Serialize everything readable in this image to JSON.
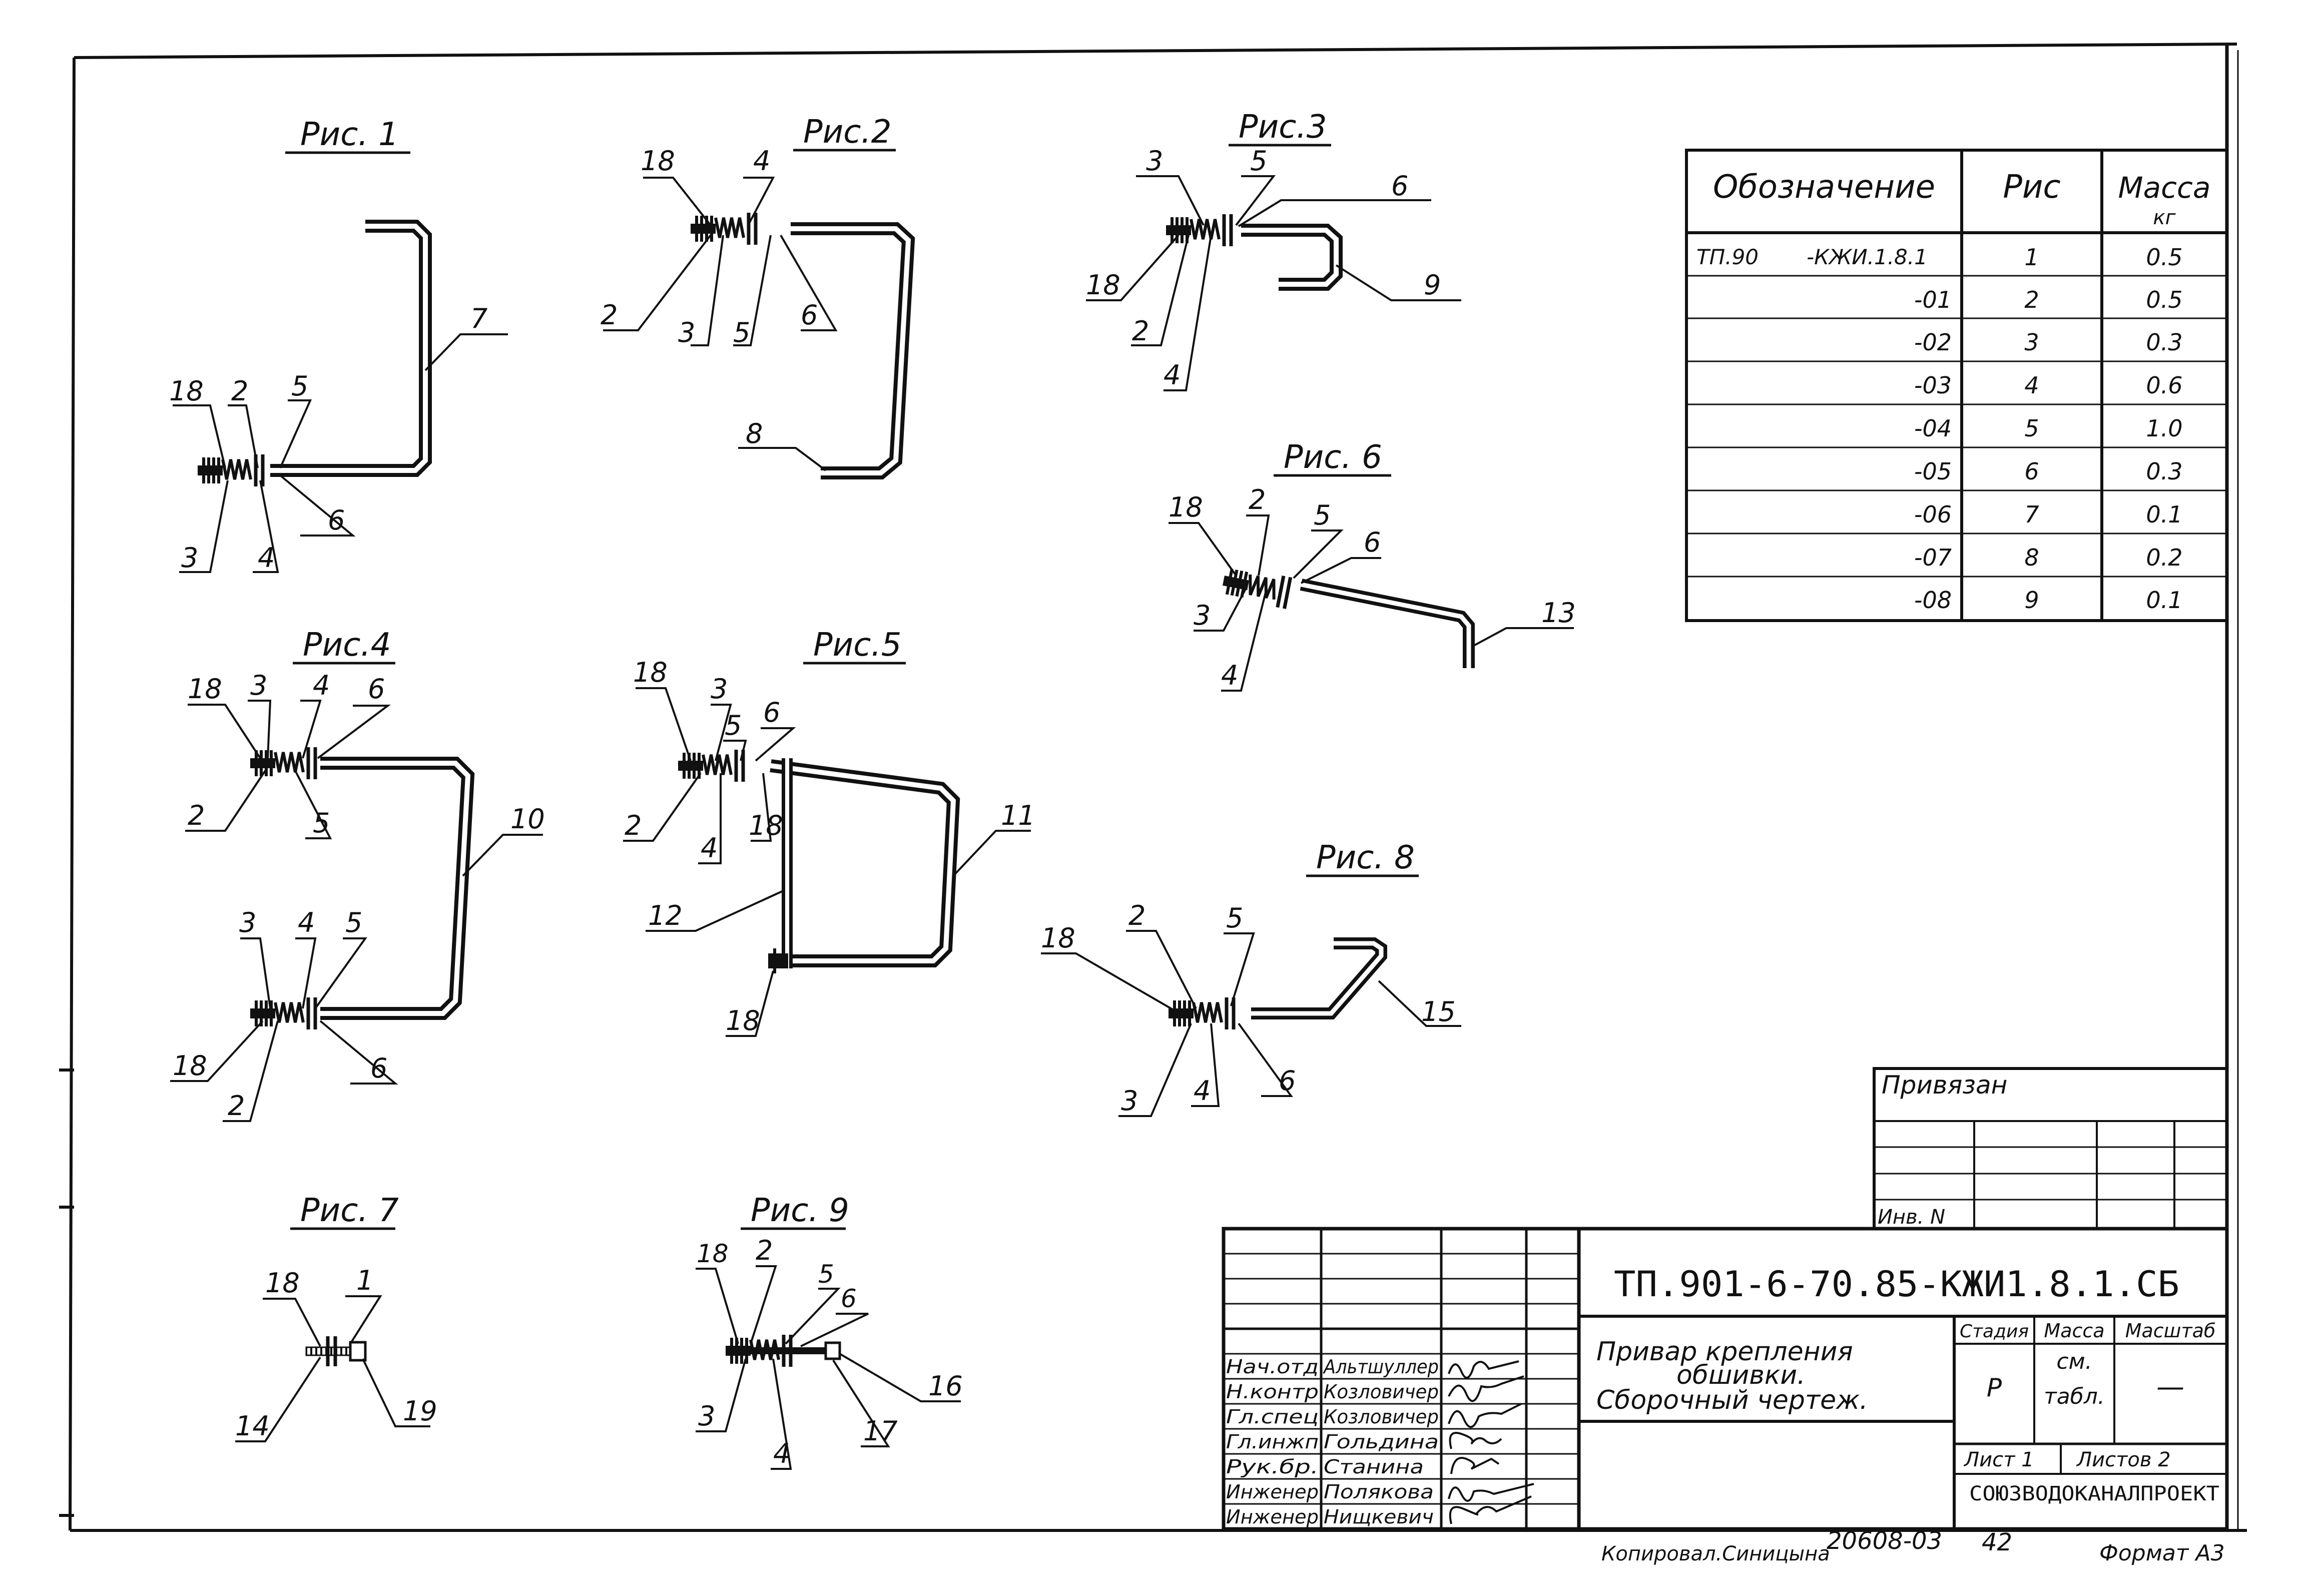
{
  "figures": [
    {
      "title": "Рис. 1",
      "callouts": [
        "18",
        "2",
        "5",
        "7",
        "3",
        "4",
        "6"
      ]
    },
    {
      "title": "Рис.2",
      "callouts": [
        "18",
        "4",
        "2",
        "3",
        "5",
        "6",
        "8"
      ]
    },
    {
      "title": "Рис.3",
      "callouts": [
        "3",
        "5",
        "6",
        "18",
        "9",
        "2",
        "4"
      ]
    },
    {
      "title": "Рис.4",
      "callouts": [
        "18",
        "3",
        "4",
        "6",
        "2",
        "5",
        "10",
        "3",
        "4",
        "5",
        "18",
        "2",
        "6"
      ]
    },
    {
      "title": "Рис.5",
      "callouts": [
        "18",
        "3",
        "5",
        "6",
        "2",
        "4",
        "18",
        "11",
        "12",
        "18"
      ]
    },
    {
      "title": "Рис. 6",
      "callouts": [
        "18",
        "2",
        "5",
        "6",
        "3",
        "4",
        "13"
      ]
    },
    {
      "title": "Рис. 7",
      "callouts": [
        "18",
        "1",
        "14",
        "19"
      ]
    },
    {
      "title": "Рис. 8",
      "callouts": [
        "2",
        "5",
        "18",
        "15",
        "3",
        "4",
        "6"
      ]
    },
    {
      "title": "Рис. 9",
      "callouts": [
        "18",
        "2",
        "5",
        "6",
        "16",
        "3",
        "4",
        "17"
      ]
    }
  ],
  "spec_table": {
    "headers": {
      "designation": "Обозначение",
      "figure": "Рис",
      "mass": "Масса",
      "mass_unit": "кг"
    },
    "rows": [
      {
        "prefix": "ТП.90",
        "designation": "-КЖИ.1.8.1",
        "figure": "1",
        "mass": "0.5"
      },
      {
        "prefix": "",
        "designation": "-01",
        "figure": "2",
        "mass": "0.5"
      },
      {
        "prefix": "",
        "designation": "-02",
        "figure": "3",
        "mass": "0.3"
      },
      {
        "prefix": "",
        "designation": "-03",
        "figure": "4",
        "mass": "0.6"
      },
      {
        "prefix": "",
        "designation": "-04",
        "figure": "5",
        "mass": "1.0"
      },
      {
        "prefix": "",
        "designation": "-05",
        "figure": "6",
        "mass": "0.3"
      },
      {
        "prefix": "",
        "designation": "-06",
        "figure": "7",
        "mass": "0.1"
      },
      {
        "prefix": "",
        "designation": "-07",
        "figure": "8",
        "mass": "0.2"
      },
      {
        "prefix": "",
        "designation": "-08",
        "figure": "9",
        "mass": "0.1"
      }
    ]
  },
  "binding_block": {
    "title": "Привязан",
    "inv_label": "Инв. N"
  },
  "title_block": {
    "document_code": "ТП.901-6-70.85-КЖИ1.8.1.СБ",
    "title_lines": [
      "Привар крепления",
      "обшивки.",
      "Сборочный чертеж."
    ],
    "stage_label": "Стадия",
    "mass_label": "Масса",
    "scale_label": "Масштаб",
    "stage_value": "Р",
    "mass_value_1": "см.",
    "mass_value_2": "табл.",
    "scale_value": "—",
    "sheet_label": "Лист 1",
    "sheets_label": "Листов 2",
    "organization": "СОЮЗВОДОКАНАЛПРОЕКТ",
    "signatories": [
      {
        "role": "Нач.отд",
        "name": "Альтшуллер"
      },
      {
        "role": "Н.контр",
        "name": "Козловичер"
      },
      {
        "role": "Гл.спец",
        "name": "Козловичер"
      },
      {
        "role": "Гл.инжп",
        "name": "Гольдина"
      },
      {
        "role": "Рук.бр.",
        "name": "Станина"
      },
      {
        "role": "Инженер",
        "name": "Полякова"
      },
      {
        "role": "Инженер",
        "name": "Нищкевич"
      }
    ]
  },
  "footer": {
    "copied_by": "Копировал.Синицына",
    "archive_no": "20608-03",
    "sheet_no": "42",
    "format": "Формат А3"
  }
}
